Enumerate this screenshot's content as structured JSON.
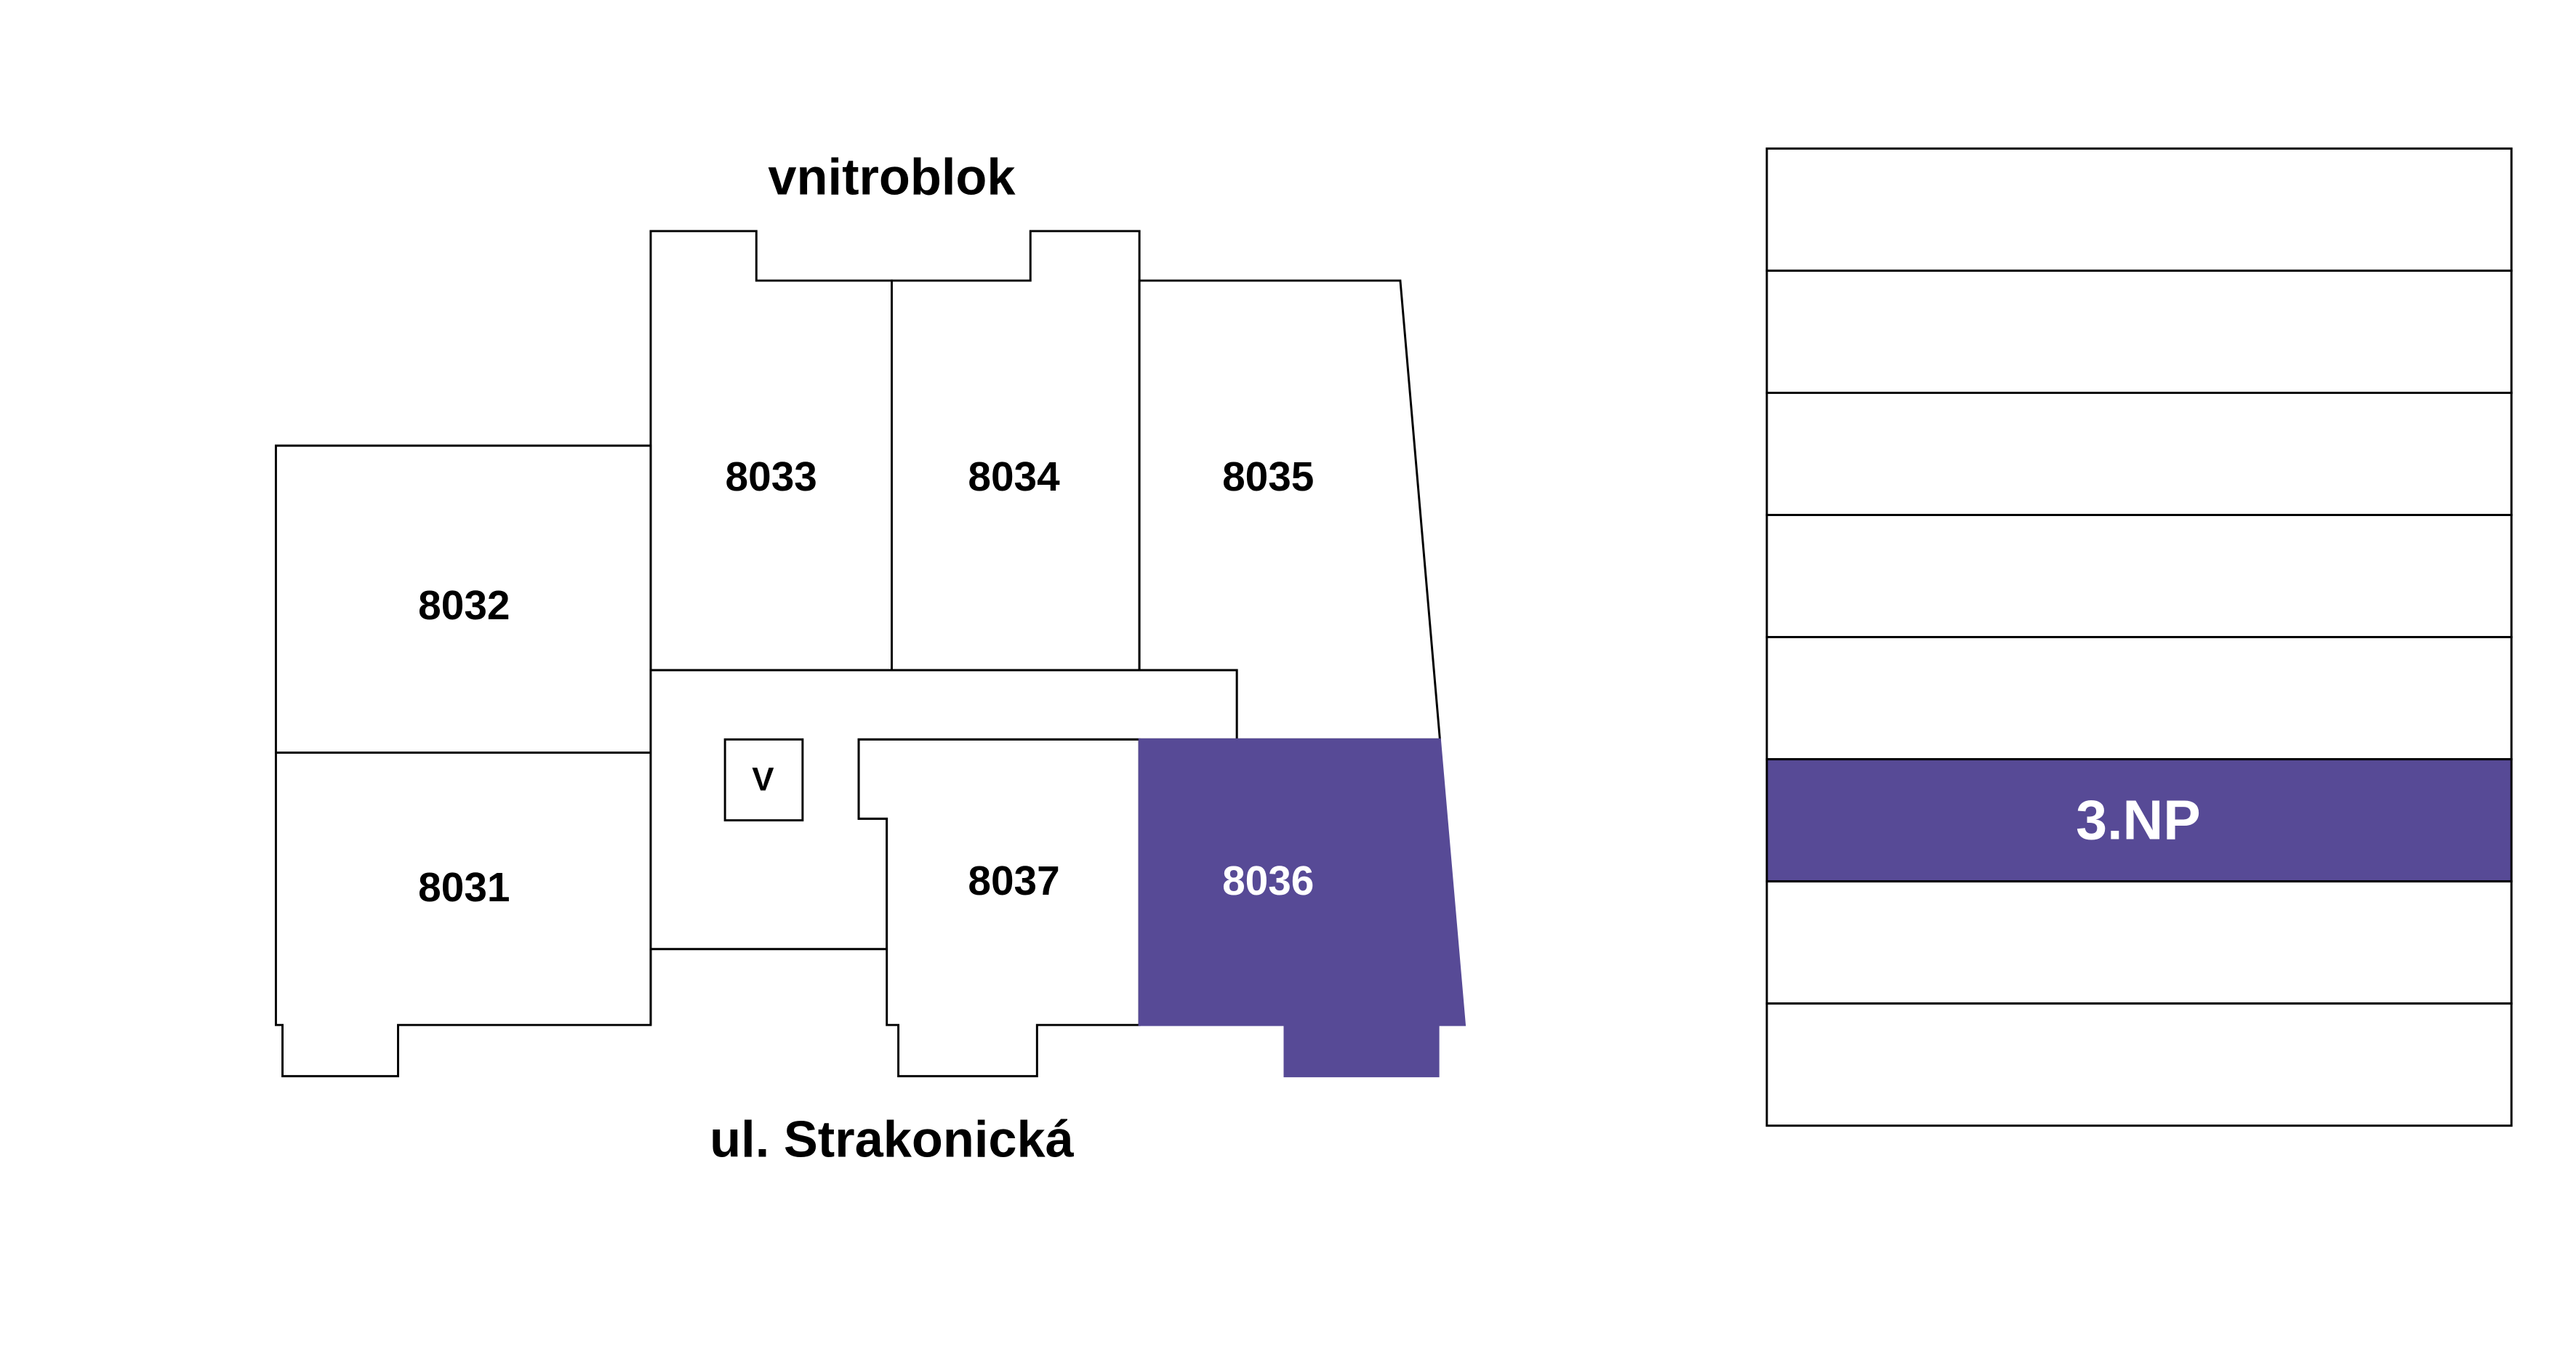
{
  "plan": {
    "top_label": "vnitroblok",
    "bottom_label": "ul. Strakonická",
    "units": {
      "u8031": "8031",
      "u8032": "8032",
      "u8033": "8033",
      "u8034": "8034",
      "u8035": "8035",
      "u8036": "8036",
      "u8037": "8037"
    },
    "selected_unit": "8036",
    "elevator_label": "V"
  },
  "floors": {
    "selected_label": "3.NP",
    "count": 8,
    "selected_index_from_top": 6
  },
  "colors": {
    "accent": "#574A96",
    "line": "#000000",
    "background": "#ffffff"
  }
}
